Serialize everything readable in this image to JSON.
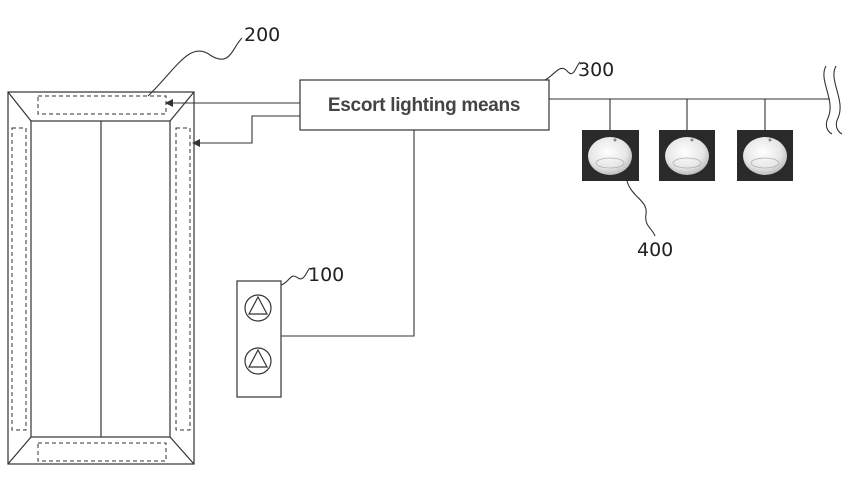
{
  "labels": {
    "door": "200",
    "controller": "300",
    "lights": "400",
    "buttons": "100"
  },
  "controller": {
    "title": "Escort lighting means"
  },
  "lamp_count": 3,
  "button_count": 2,
  "colors": {
    "line": "#333333",
    "lamp_bg": "#2a2a2a",
    "lamp_dome": "#f2f2f2"
  },
  "icons": {
    "up_button": "triangle-up-icon",
    "lamp": "ceiling-lamp-icon",
    "break_mark": "line-break-icon"
  }
}
